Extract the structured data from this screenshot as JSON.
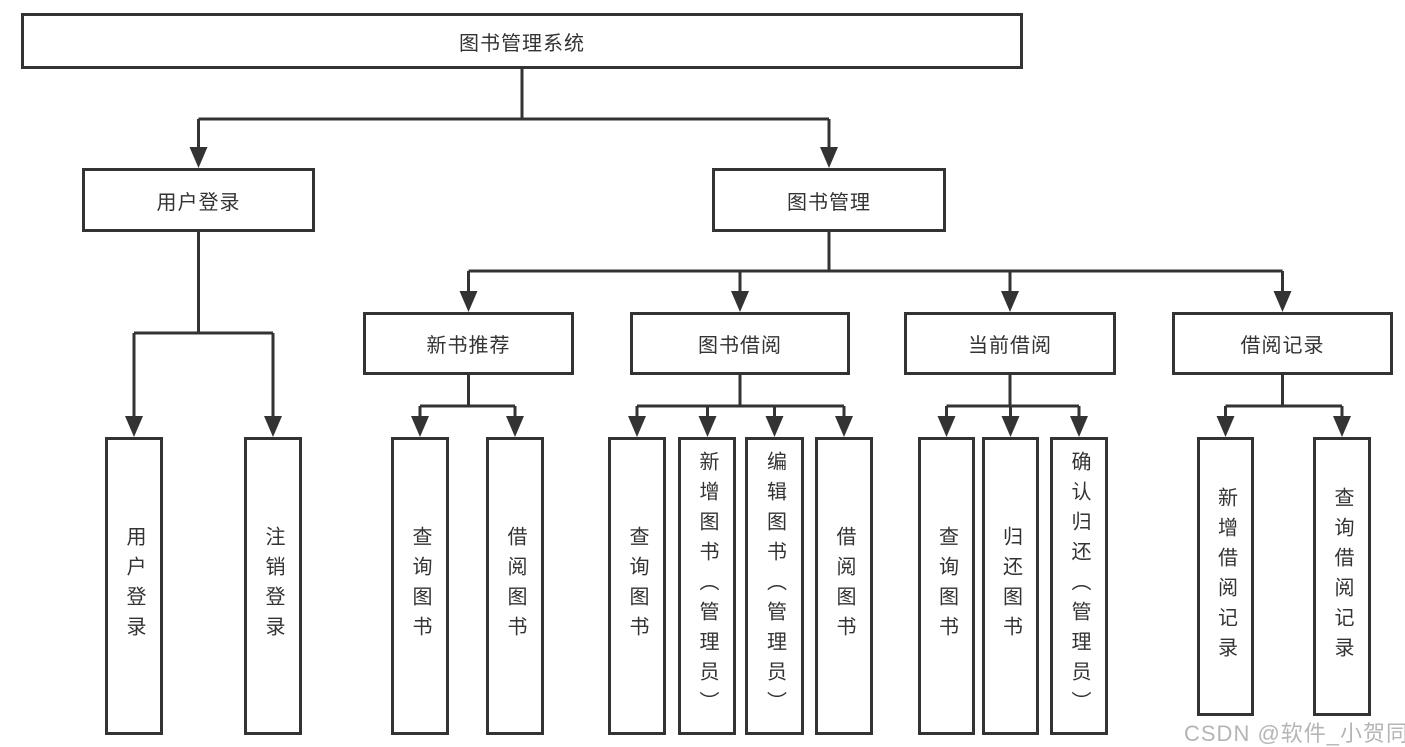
{
  "diagram": {
    "root": "图书管理系统",
    "level2": {
      "login": "用户登录",
      "management": "图书管理"
    },
    "level3": {
      "new_books": "新书推荐",
      "borrowing": "图书借阅",
      "current": "当前借阅",
      "records": "借阅记录"
    },
    "leaves": {
      "login": [
        "用户登录",
        "注销登录"
      ],
      "new_books": [
        "查询图书",
        "借阅图书"
      ],
      "borrowing": [
        "查询图书",
        "新增图书（管理员）",
        "编辑图书（管理员）",
        "借阅图书"
      ],
      "current": [
        "查询图书",
        "归还图书",
        "确认归还（管理员）"
      ],
      "records": [
        "新增借阅记录",
        "查询借阅记录"
      ]
    }
  },
  "watermark": "CSDN @软件_小贺同学",
  "colors": {
    "line": "#333333",
    "box_border": "#333333",
    "text": "#333333",
    "watermark": "#b5b5b5"
  }
}
